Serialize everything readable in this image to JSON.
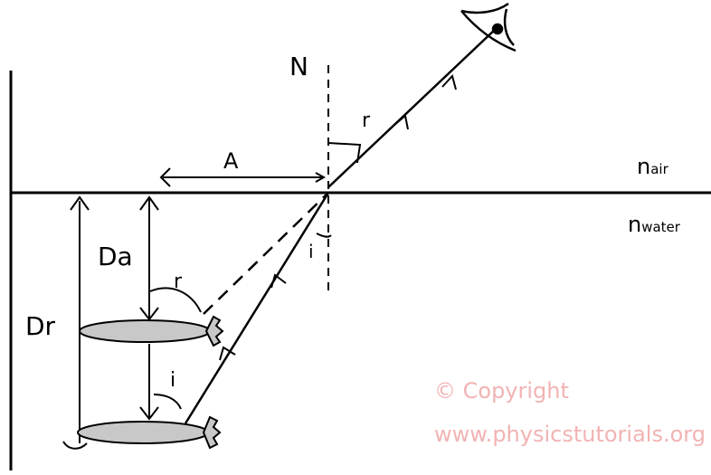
{
  "labels": {
    "normal": "N",
    "refraction_angle_top": "r",
    "apparent_horizontal_distance": "A",
    "n_air_symbol": "n",
    "n_air_subscript": "air",
    "n_water_symbol": "n",
    "n_water_subscript": "water",
    "incidence_angle_normal": "i",
    "apparent_depth": "Da",
    "real_depth": "Dr",
    "refraction_angle_fish": "r",
    "incidence_angle_fish": "i"
  },
  "watermark": {
    "line1": "© Copyright",
    "line2": "www.physicstutorials.org"
  },
  "colors": {
    "ink": "#000000",
    "fish_fill": "#c8c8c8",
    "watermark": "#f2b3b3"
  }
}
